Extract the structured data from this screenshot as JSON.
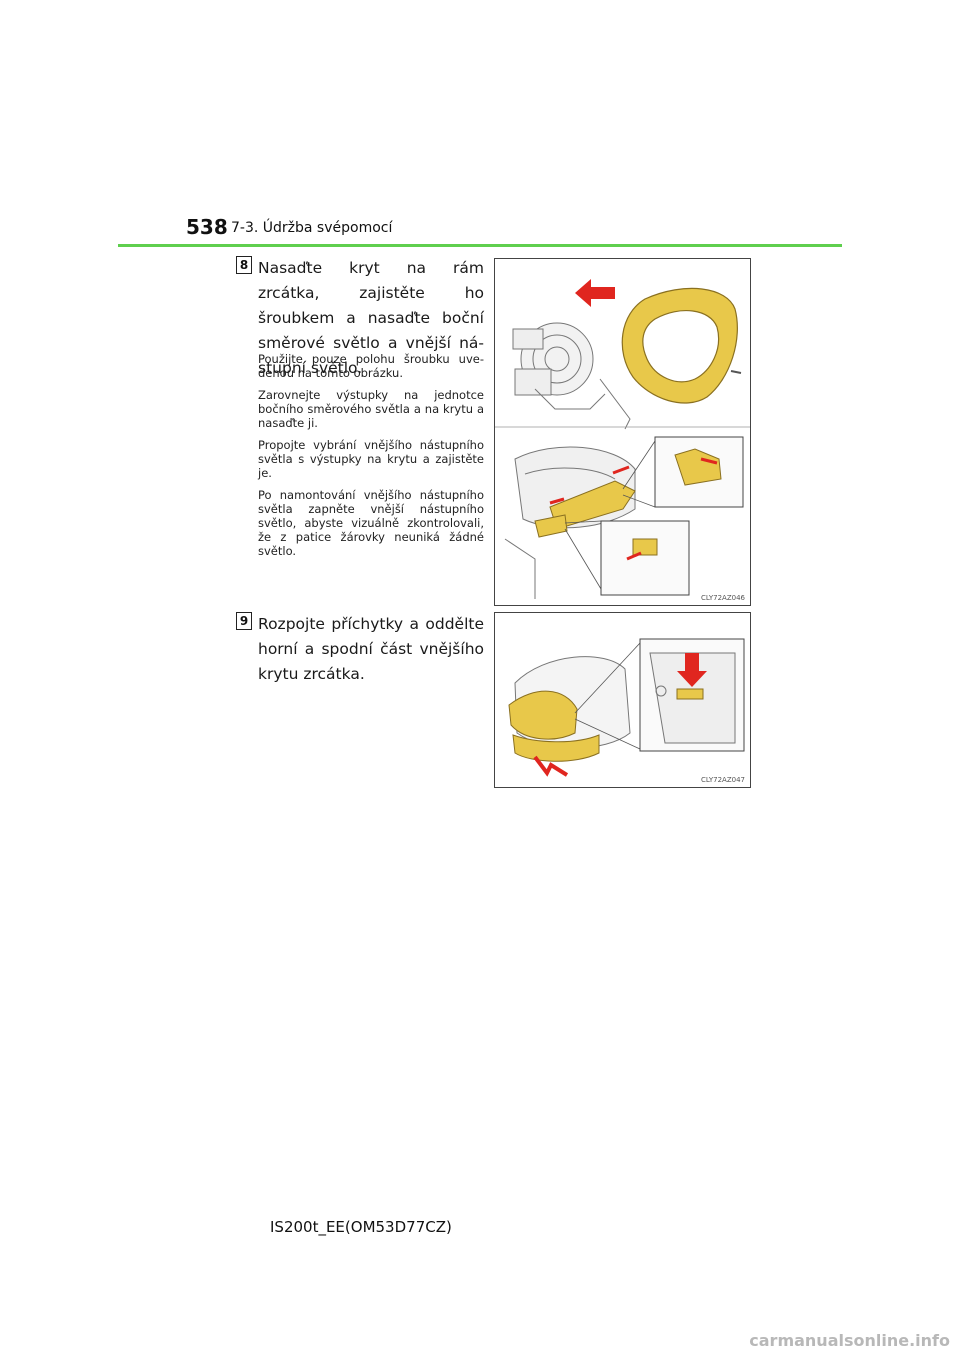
{
  "header": {
    "page_number": "538",
    "section_title": "7-3. Údržba svépomocí"
  },
  "steps": [
    {
      "number": "8",
      "text": "Nasaďte kryt na rám zrcátka, za­jistěte ho šroubkem a nasaďte boční směrové světlo a vnější ná­stupní světlo.",
      "notes": [
        "Použijte pouze polohu šroubku uve­denou na tomto obrázku.",
        "Zarovnejte výstupky na jednotce bočního směrového světla a na krytu a nasaďte ji.",
        "Propojte vybrání vnějšího nástupního světla s výstupky na krytu a zajistěte je.",
        "Po namontování vnějšího nástupního světla zapněte vnější nástupního světlo, abyste vizuálně zkontrolovali, že z patice žárovky neuniká žádné světlo."
      ],
      "figure_code": "CLY72AZ046"
    },
    {
      "number": "9",
      "text": "Rozpojte příchytky a oddělte hor­ní a spodní část vnějšího krytu zr­cátka.",
      "figure_code": "CLY72AZ047"
    }
  ],
  "footer": {
    "model_code": "IS200t_EE(OM53D77CZ)",
    "watermark": "carmanualsonline.info"
  },
  "colors": {
    "accent_rule": "#5fcf4e",
    "part_yellow": "#e8c84a",
    "arrow_red": "#e0261f"
  }
}
